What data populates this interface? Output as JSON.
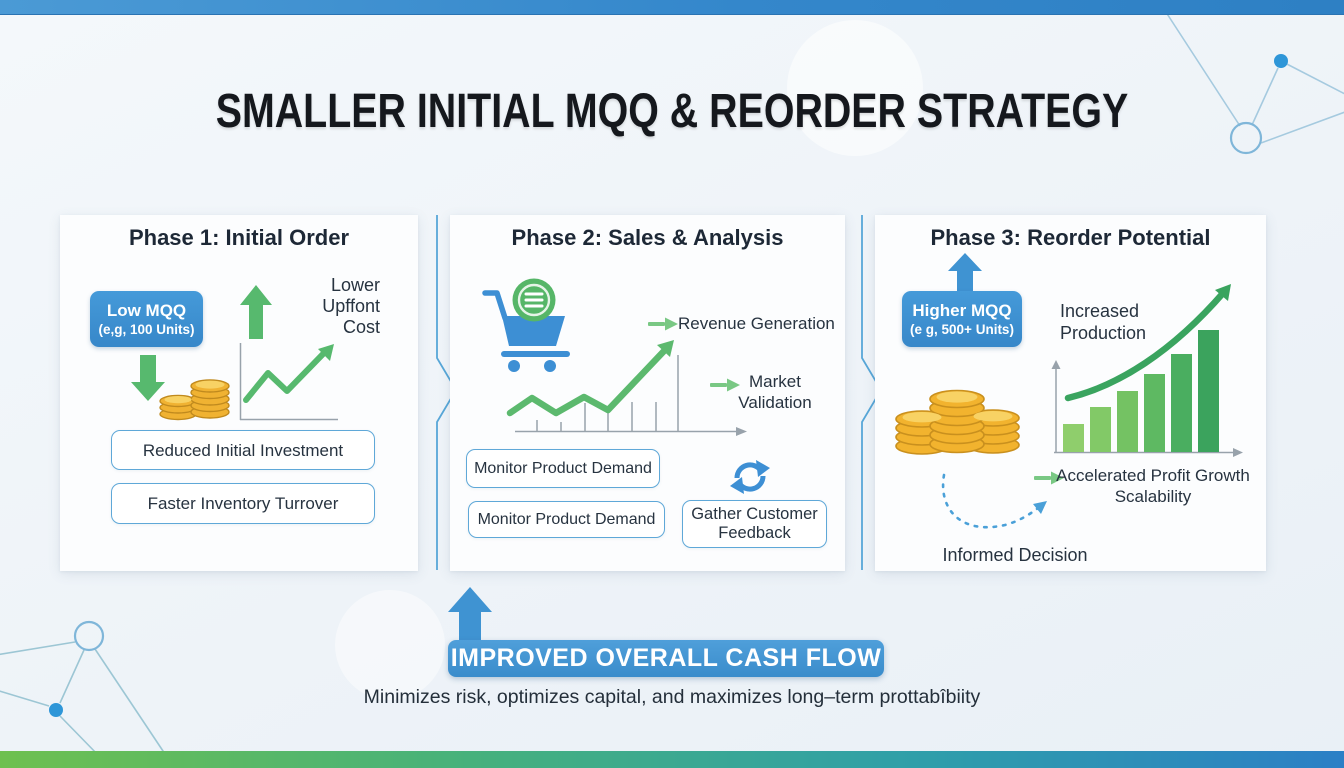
{
  "header": {
    "title": "SMALLER INITIAL MQQ & REORDER STRATEGY"
  },
  "phases": {
    "p1": {
      "title": "Phase 1: Initial Order",
      "mqq_box_line1": "Low MQQ",
      "mqq_box_line2": "(e,g, 100 Units)",
      "upfront_label_line1": "Lower",
      "upfront_label_line2": "Upffont",
      "upfront_label_line3": "Cost",
      "benefit1": "Reduced Initial Investment",
      "benefit2": "Faster Inventory Turrover"
    },
    "p2": {
      "title": "Phase 2: Sales & Analysis",
      "revenue_label": "Revenue Generation",
      "market_label_line1": "Market",
      "market_label_line2": "Validation",
      "monitor_box1": "Monitor Product Demand",
      "monitor_box2": "Monitor Product Demand",
      "feedback_box_line1": "Gather Customer",
      "feedback_box_line2": "Feedback"
    },
    "p3": {
      "title": "Phase 3: Reorder Potential",
      "mqq_box_line1": "Higher MQQ",
      "mqq_box_line2": "(e g, 500+ Units)",
      "increased_label_line1": "Increased",
      "increased_label_line2": "Production",
      "profit_label_line1": "Accelerated Profit Growth",
      "profit_label_line2": "Scalability",
      "informed_label": "Informed Decision",
      "chart_bar_heights": [
        28,
        45,
        61,
        78,
        98,
        122
      ]
    }
  },
  "footer": {
    "banner": "IMPROVED OVERALL CASH FLOW",
    "caption": "Minimizes risk, optimizes capital, and maximizes long–term prottabîbiity"
  },
  "icons": {
    "phase1": [
      "up-arrow-icon",
      "down-arrow-icon",
      "coins-icon",
      "growth-line-chart-icon"
    ],
    "phase2": [
      "shopping-cart-icon",
      "sales-trend-chart-icon",
      "arrow-right-icon",
      "refresh-icon"
    ],
    "phase3": [
      "up-arrow-icon",
      "coin-stacks-icon",
      "bar-growth-chart-icon",
      "arrow-right-icon",
      "dotted-curve-arrow-icon"
    ],
    "footer": [
      "up-arrow-icon"
    ],
    "dividers": [
      "chevron-right-divider",
      "chevron-right-divider"
    ]
  },
  "colors": {
    "accent_blue": "#3d92d5",
    "accent_green": "#57b96e",
    "light_green_arrow": "#79c884",
    "coin_gold": "#f2b32e",
    "banner_blue": "#3f93d2",
    "top_bar_blue": "#3487cb",
    "bottom_bar_gradient": [
      "#6ec04f",
      "#46b17c",
      "#2b7fc6"
    ],
    "panel_bg": "#fcfdfe",
    "page_bg": "#eef3f8",
    "title_text": "#15181d",
    "body_text": "#273340",
    "box_border_blue": "#5fa8d8"
  }
}
